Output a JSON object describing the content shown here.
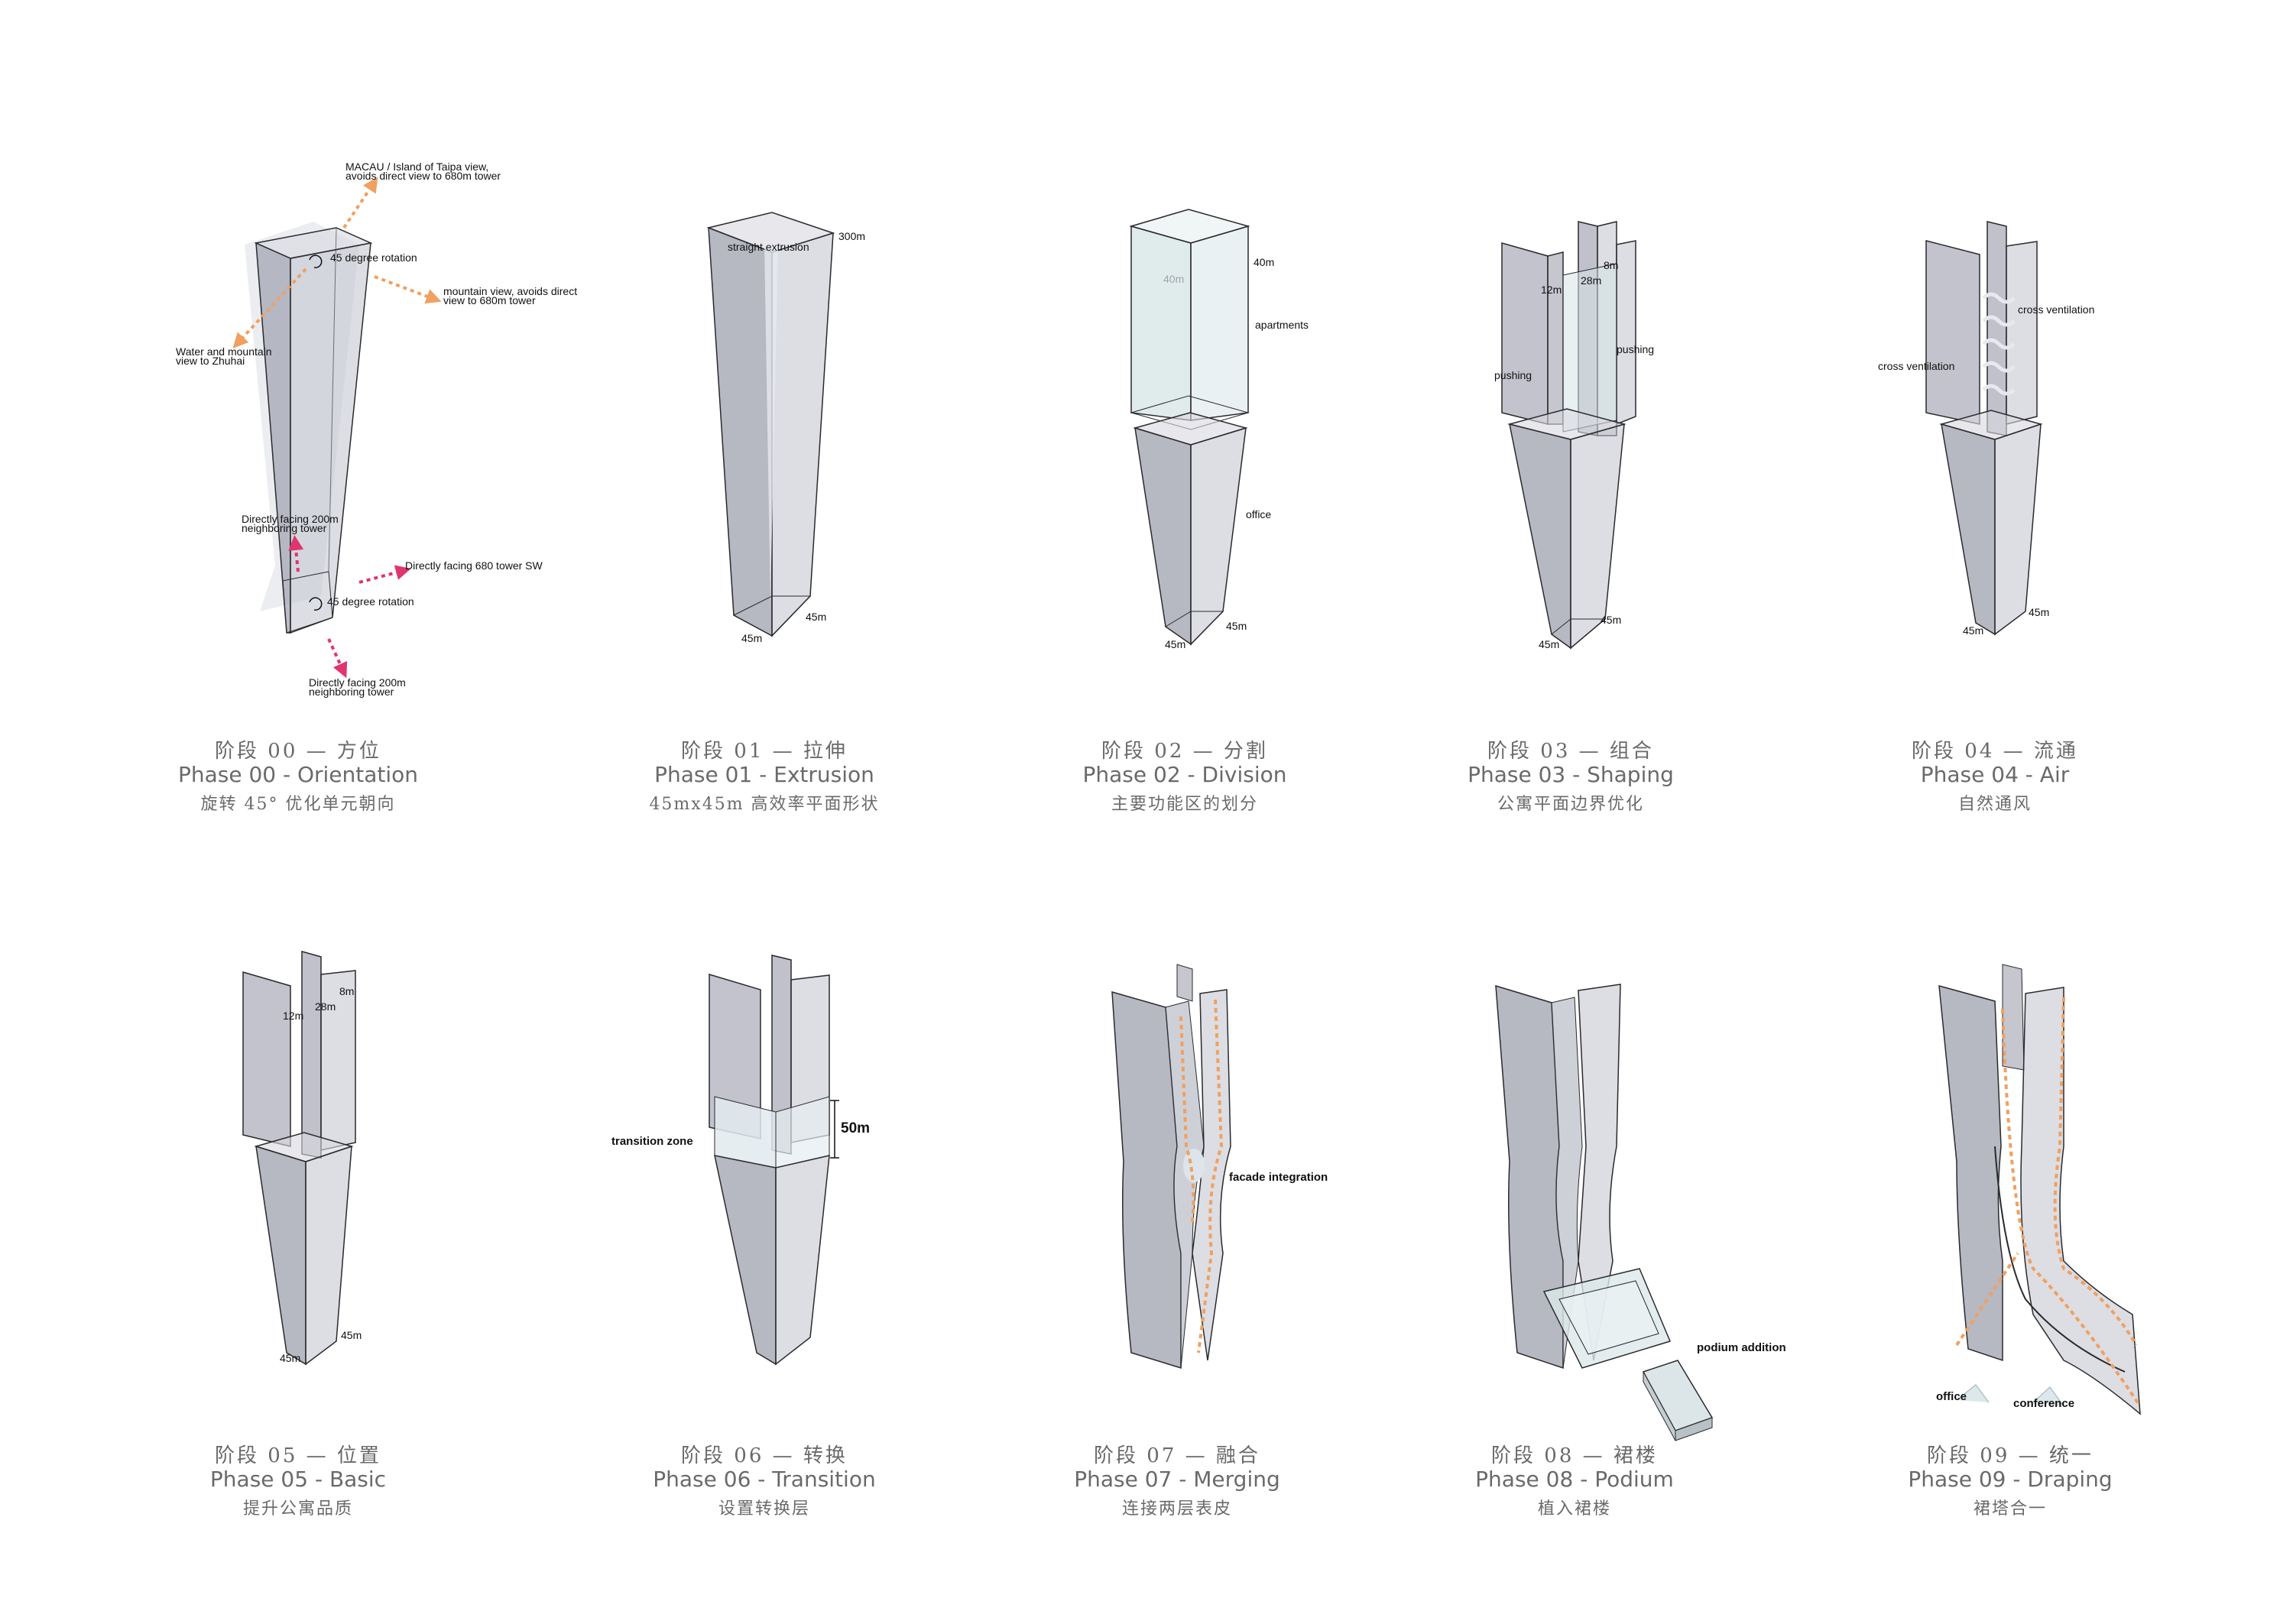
{
  "colors": {
    "orange": "#f0a060",
    "magenta": "#e0356e",
    "glass": "#a7a9b6",
    "edge": "#2a2a2e",
    "caption": "#6a6a6a"
  },
  "phases": [
    {
      "cn": "阶段 00 — 方位",
      "en": "Phase 00 - Orientation",
      "sub": "旋转 45° 优化单元朝向",
      "labels": {
        "macau": "MACAU / Island of Taipa view,",
        "macau2": "avoids direct view to 680m tower",
        "rot_top": "45 degree rotation",
        "mountain": "mountain view, avoids direct",
        "mountain2": "view to 680m tower",
        "water": "Water and mountain",
        "water2": "view to Zhuhai",
        "facing200a": "Directly facing 200m",
        "facing200a2": "neighboring tower",
        "facing680": "Directly facing 680 tower SW",
        "rot_bottom": "45 degree rotation",
        "facing200b": "Directly facing 200m",
        "facing200b2": "neighboring tower"
      }
    },
    {
      "cn": "阶段 01 — 拉伸",
      "en": "Phase 01 - Extrusion",
      "sub": "45mx45m 高效率平面形状",
      "labels": {
        "extrusion": "straight extrusion",
        "h300": "300m",
        "w1": "45m",
        "w2": "45m"
      }
    },
    {
      "cn": "阶段 02 — 分割",
      "en": "Phase 02 - Division",
      "sub": "主要功能区的划分",
      "labels": {
        "h40": "40m",
        "inner40": "40m",
        "apartments": "apartments",
        "office": "office",
        "w1": "45m",
        "w2": "45m"
      }
    },
    {
      "cn": "阶段 03 — 组合",
      "en": "Phase 03 - Shaping",
      "sub": "公寓平面边界优化",
      "labels": {
        "d8": "8m",
        "d28": "28m",
        "d12": "12m",
        "pushL": "pushing",
        "pushR": "pushing",
        "w1": "45m",
        "w2": "45m"
      }
    },
    {
      "cn": "阶段 04 — 流通",
      "en": "Phase 04 - Air",
      "sub": "自然通风",
      "labels": {
        "crossR": "cross ventilation",
        "crossL": "cross ventilation",
        "w1": "45m",
        "w2": "45m"
      }
    },
    {
      "cn": "阶段 05 — 位置",
      "en": "Phase 05 - Basic",
      "sub": "提升公寓品质",
      "labels": {
        "d8": "8m",
        "d28": "28m",
        "d12": "12m",
        "w1": "45m",
        "w2": "45m"
      }
    },
    {
      "cn": "阶段 06 — 转换",
      "en": "Phase 06 - Transition",
      "sub": "设置转换层",
      "labels": {
        "zone": "transition zone",
        "h50": "50m"
      }
    },
    {
      "cn": "阶段 07 — 融合",
      "en": "Phase 07 - Merging",
      "sub": "连接两层表皮",
      "labels": {
        "facade": "facade integration"
      }
    },
    {
      "cn": "阶段 08 — 裙楼",
      "en": "Phase 08 - Podium",
      "sub": "植入裙楼",
      "labels": {
        "podium": "podium addition"
      }
    },
    {
      "cn": "阶段 09 — 统一",
      "en": "Phase 09 - Draping",
      "sub": "裙塔合一",
      "labels": {
        "office": "office",
        "conference": "conference"
      }
    }
  ]
}
